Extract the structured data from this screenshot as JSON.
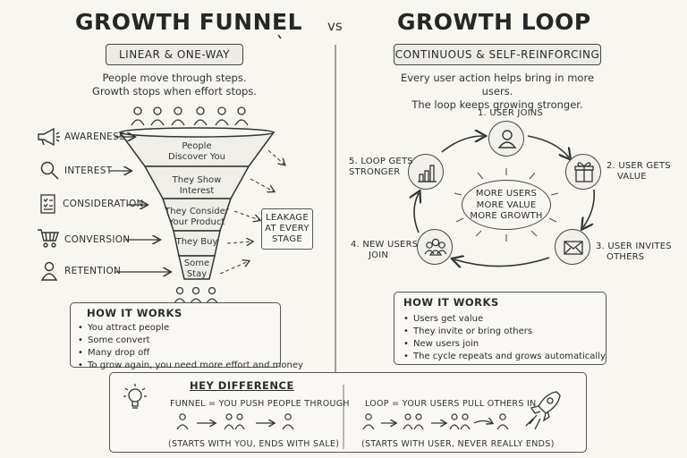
{
  "header": {
    "left_title": "GROWTH FUNNEL",
    "vs": "vs",
    "right_title": "GROWTH LOOP"
  },
  "funnel": {
    "pill": "LINEAR & ONE-WAY",
    "desc_line1": "People move through steps.",
    "desc_line2": "Growth stops when effort stops.",
    "stages": [
      {
        "label": "AWARENESS",
        "icon": "megaphone-icon"
      },
      {
        "label": "INTEREST",
        "icon": "magnifier-icon"
      },
      {
        "label": "CONSIDERATION",
        "icon": "checklist-icon"
      },
      {
        "label": "CONVERSION",
        "icon": "cart-icon"
      },
      {
        "label": "RETENTION",
        "icon": "person-icon"
      }
    ],
    "layers": [
      {
        "l1": "People",
        "l2": "Discover You"
      },
      {
        "l1": "They Show",
        "l2": "Interest"
      },
      {
        "l1": "They Consider",
        "l2": "Your Product"
      },
      {
        "l1": "They Buy",
        "l2": ""
      },
      {
        "l1": "Some",
        "l2": "Stay"
      }
    ],
    "leakage": {
      "l1": "LEAKAGE",
      "l2": "AT EVERY",
      "l3": "STAGE"
    },
    "how": {
      "title": "HOW IT WORKS",
      "items": [
        "You attract people",
        "Some convert",
        "Many drop off",
        "To grow again, you need more effort and money"
      ]
    }
  },
  "loop": {
    "pill": "CONTINUOUS & SELF-REINFORCING",
    "desc_line1": "Every user action helps bring in more users.",
    "desc_line2": "The loop keeps growing stronger.",
    "steps": [
      {
        "l1": "1. USER JOINS",
        "l2": "",
        "icon": "user-icon"
      },
      {
        "l1": "2. USER GETS",
        "l2": "VALUE",
        "icon": "gift-icon"
      },
      {
        "l1": "3. USER INVITES",
        "l2": "OTHERS",
        "icon": "envelope-icon"
      },
      {
        "l1": "4. NEW USERS",
        "l2": "JOIN",
        "icon": "group-icon"
      },
      {
        "l1": "5. LOOP GETS",
        "l2": "STRONGER",
        "icon": "bar-chart-icon"
      }
    ],
    "center": {
      "l1": "MORE USERS",
      "l2": "MORE VALUE",
      "l3": "MORE GROWTH"
    },
    "how": {
      "title": "HOW IT WORKS",
      "items": [
        "Users get value",
        "They invite or bring others",
        "New users join",
        "The cycle repeats and grows automatically"
      ]
    }
  },
  "difference": {
    "title": "HEY DIFFERENCE",
    "funnel_text": "FUNNEL = YOU PUSH PEOPLE THROUGH",
    "funnel_note": "(STARTS WITH YOU, ENDS WITH SALE)",
    "loop_text": "LOOP = YOUR USERS PULL OTHERS IN",
    "loop_note": "(STARTS WITH USER, NEVER REALLY ENDS)"
  }
}
